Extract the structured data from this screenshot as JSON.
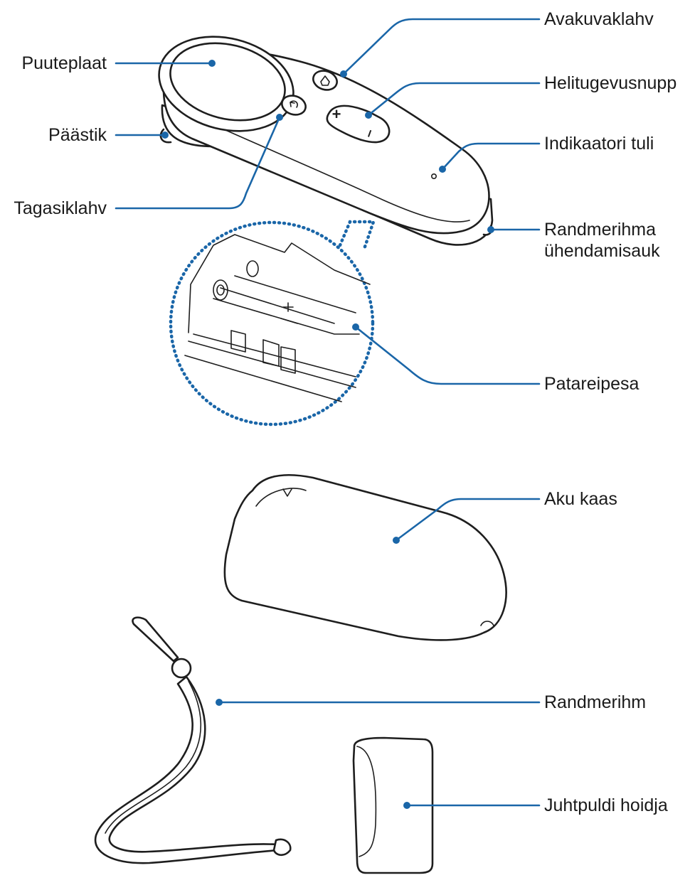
{
  "labels": {
    "touchpad": "Puuteplaat",
    "trigger": "Päästik",
    "back_key": "Tagasiklahv",
    "home_key": "Avakuvaklahv",
    "volume_key": "Helitugevusnupp",
    "indicator_light": "Indikaatori tuli",
    "strap_hole_line1": "Randmerihma",
    "strap_hole_line2": "ühendamisauk",
    "battery_compartment": "Patareipesa",
    "battery_cover": "Aku kaas",
    "wrist_strap": "Randmerihm",
    "controller_holder": "Juhtpuldi hoidja"
  },
  "button_glyphs": {
    "plus": "+",
    "minus": "–"
  },
  "colors": {
    "leader_line": "#1a66a8",
    "outline": "#1e1e1e",
    "background": "#ffffff"
  }
}
